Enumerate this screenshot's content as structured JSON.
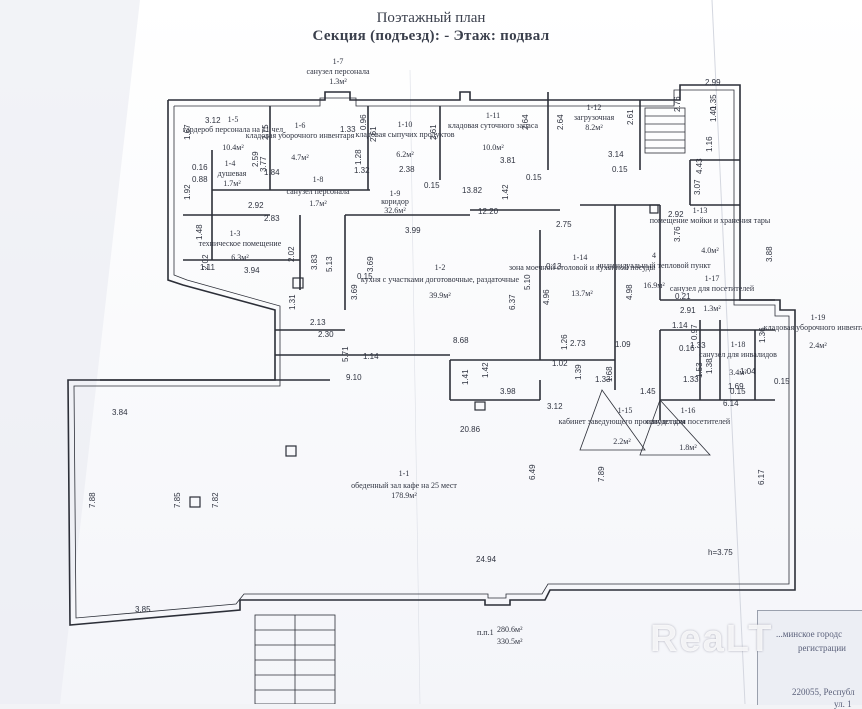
{
  "header": {
    "title": "Поэтажный план",
    "subtitle": "Секция (подъезд): -     Этаж: подвал"
  },
  "rooms": [
    {
      "id": "1-1",
      "name": "обеденный зал кафе на 25 мест",
      "area": "178.9м²"
    },
    {
      "id": "1-2",
      "name": "кухня с участками доготовочные, раздаточные",
      "area": "39.9м²"
    },
    {
      "id": "1-3",
      "name": "техническое помещение",
      "area": "6.3м²"
    },
    {
      "id": "1-4",
      "name": "душевая",
      "area": "1.7м²"
    },
    {
      "id": "1-5",
      "name": "гардероб персонала на 11 чел",
      "area": "10.4м²"
    },
    {
      "id": "1-6",
      "name": "кладовая уборочного инвентаря",
      "area": "4.7м²"
    },
    {
      "id": "1-7",
      "name": "санузел персонала",
      "area": "1.3м²"
    },
    {
      "id": "1-8",
      "name": "санузел персонала",
      "area": "1.7м²"
    },
    {
      "id": "1-9",
      "name": "коридор",
      "area": "32.6м²"
    },
    {
      "id": "1-10",
      "name": "кладовая сыпучих продуктов",
      "area": "6.2м²"
    },
    {
      "id": "1-11",
      "name": "кладовая суточного запаса",
      "area": "10.0м²"
    },
    {
      "id": "1-12",
      "name": "загрузочная",
      "area": "8.2м²"
    },
    {
      "id": "1-13",
      "name": "помещение мойки и хранения тары",
      "area": "4.0м²"
    },
    {
      "id": "1-14",
      "name": "зона моечной столовой и кухонной посуды",
      "area": "13.7м²"
    },
    {
      "id": "4",
      "name": "индивидуальный тепловой пункт",
      "area": "16.9м²"
    },
    {
      "id": "1-15",
      "name": "кабинет заведующего производством",
      "area": "2.2м²"
    },
    {
      "id": "1-16",
      "name": "санузел для посетителей",
      "area": "1.8м²"
    },
    {
      "id": "1-17",
      "name": "санузел для посетителей",
      "area": "1.3м²"
    },
    {
      "id": "1-18",
      "name": "санузел для инвалидов",
      "area": "3.4м²"
    },
    {
      "id": "1-19",
      "name": "кладовая уборочного инвентаря",
      "area": "2.4м²"
    }
  ],
  "dimensions": [
    "3.12",
    "1.67",
    "2.75",
    "1.33",
    "0.96",
    "2.61",
    "2.61",
    "2.64",
    "2.64",
    "2.61",
    "2.76",
    "2.99",
    "1.35",
    "1.40",
    "1.16",
    "0.16",
    "0.88",
    "1.92",
    "3.77",
    "2.59",
    "1.84",
    "2.92",
    "2.83",
    "1.32",
    "1.28",
    "2.38",
    "0.15",
    "13.82",
    "1.42",
    "3.81",
    "0.15",
    "3.14",
    "0.15",
    "4.43",
    "3.07",
    "2.92",
    "2.75",
    "12.20",
    "3.99",
    "1.48",
    "2.02",
    "2.02",
    "3.94",
    "1.11",
    "3.83",
    "5.13",
    "3.69",
    "0.15",
    "3.69",
    "1.31",
    "2.13",
    "2.30",
    "6.37",
    "5.10",
    "0.13",
    "4.96",
    "1.26",
    "2.73",
    "1.02",
    "3.76",
    "4.98",
    "3.88",
    "2.91",
    "1.14",
    "0.97",
    "0.16",
    "1.09",
    "1.33",
    "1.38",
    "1.53",
    "1.68",
    "1.45",
    "1.33",
    "0.21",
    "1.04",
    "1.36",
    "1.69",
    "0.15",
    "0.15",
    "6.14",
    "8.68",
    "5.71",
    "1.14",
    "9.10",
    "1.41",
    "1.42",
    "3.98",
    "3.12",
    "1.39",
    "1.33",
    "3.84",
    "20.86",
    "6.49",
    "7.89",
    "6.17",
    "7.88",
    "7.85",
    "7.82",
    "24.94",
    "h=3.75",
    "3.85"
  ],
  "totals": {
    "label": "п.п.1",
    "area1": "280.6м²",
    "area2": "330.5м²"
  },
  "stamp": {
    "line1": "...минское городс",
    "line2": "регистрации",
    "line3": "220055, Республ",
    "line4": "ул. 1"
  },
  "watermark": "ReaLT"
}
